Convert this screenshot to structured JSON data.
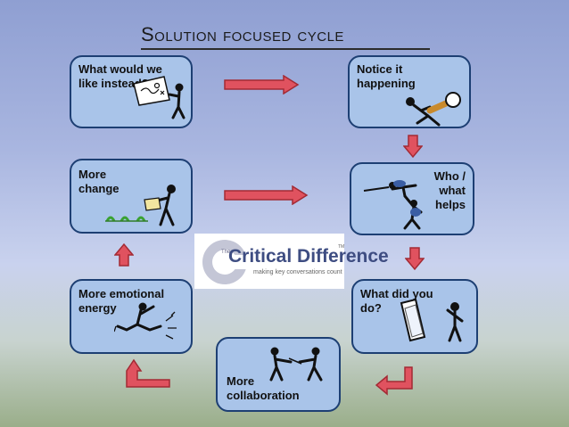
{
  "title": "Solution focused cycle",
  "steps": {
    "what_instead": "What would we like instead?",
    "notice": "Notice it happening",
    "who_helps": "Who / what helps",
    "what_did": "What did you do?",
    "collaboration": "More collaboration",
    "emotional": "More emotional energy",
    "change": "More change"
  },
  "logo": {
    "the": "The",
    "name": "Critical Difference",
    "tm": "TM",
    "tagline": "making key conversations count"
  },
  "colors": {
    "box_fill": "#a9c4e9",
    "box_border": "#1d3f73",
    "arrow_fill": "#e0525f",
    "arrow_border": "#a32a34"
  }
}
